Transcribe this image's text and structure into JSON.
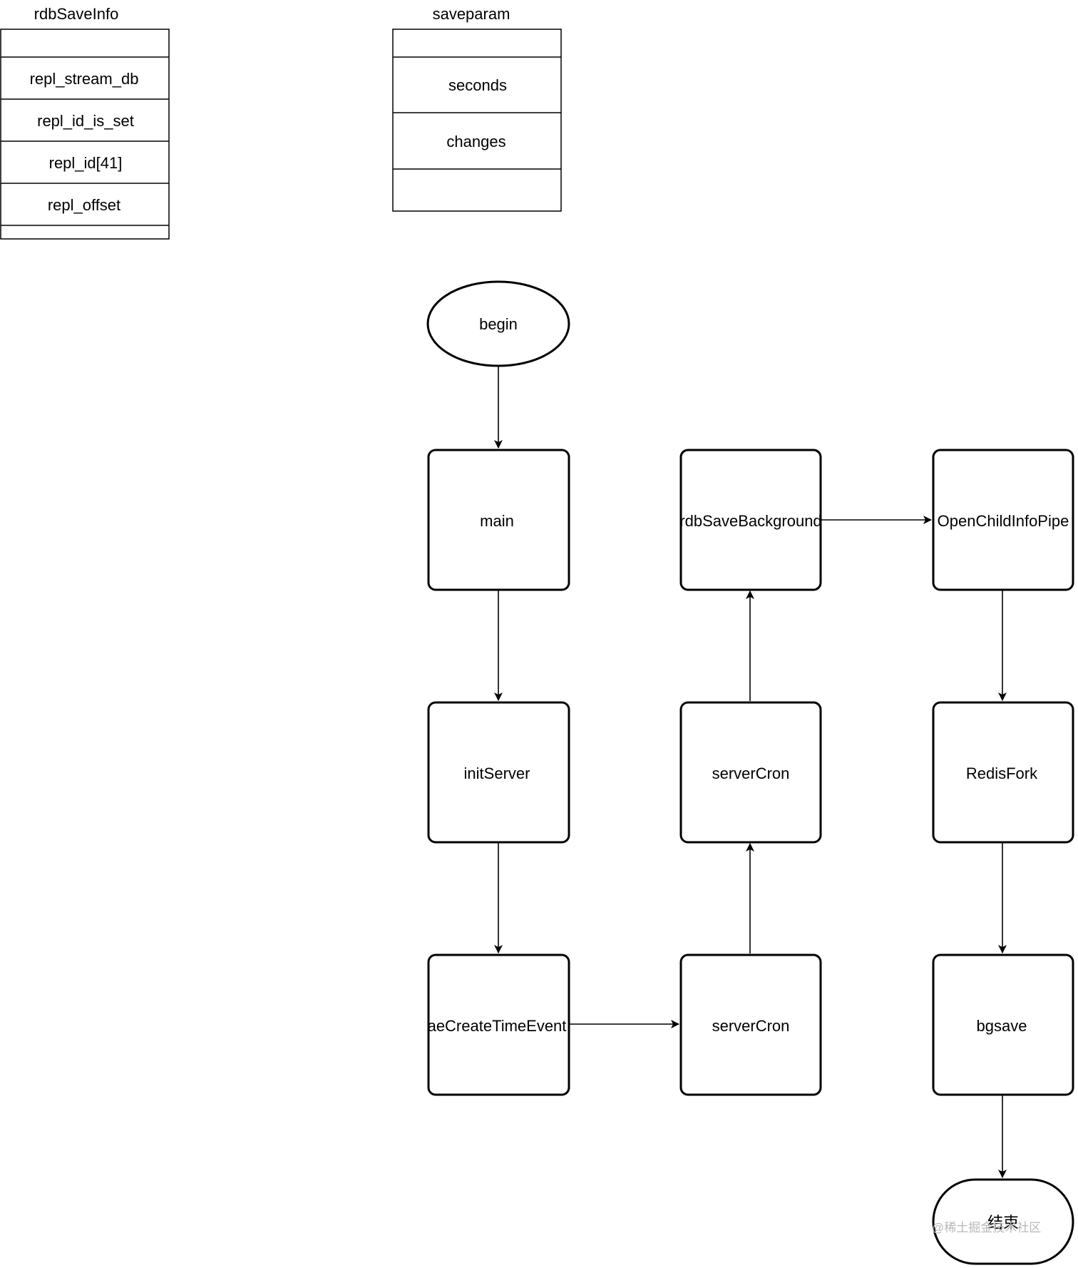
{
  "structs": {
    "rdbSaveInfo": {
      "title": "rdbSaveInfo",
      "fields": [
        "",
        "repl_stream_db",
        "repl_id_is_set",
        "repl_id[41]",
        "repl_offset",
        ""
      ]
    },
    "saveparam": {
      "title": "saveparam",
      "fields": [
        "",
        "seconds",
        "changes",
        ""
      ]
    }
  },
  "flow": {
    "begin": "begin",
    "main": "main",
    "initServer": "initServer",
    "aeCreateTimeEvent": "aeCreateTimeEvent",
    "serverCron_bottom": "serverCron",
    "serverCron_middle": "serverCron",
    "rdbSaveBackground": "rdbSaveBackground",
    "openChildInfoPipe": "OpenChildInfoPipe",
    "redisFork": "RedisFork",
    "bgsave": "bgsave",
    "end": "结束"
  },
  "watermark": "@稀土掘金技术社区"
}
